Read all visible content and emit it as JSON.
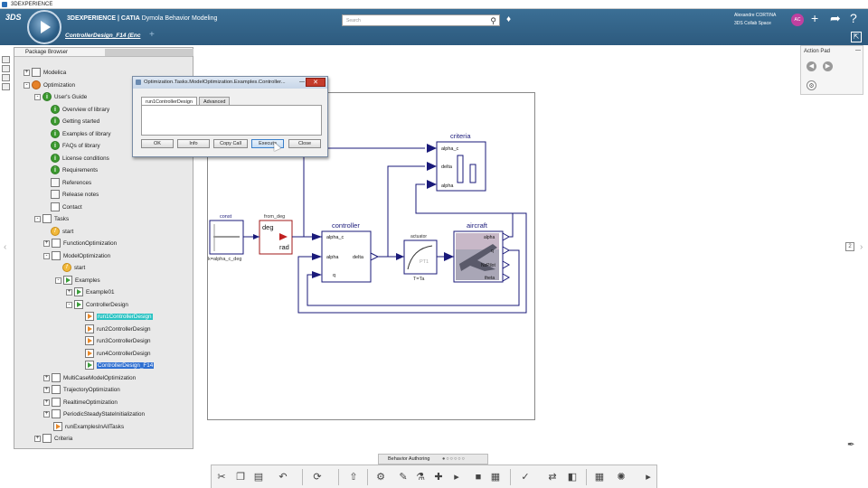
{
  "window": {
    "title": "3DEXPERIENCE"
  },
  "header": {
    "brand_strong": "3DEXPERIENCE | CATIA",
    "brand_rest": " Dymola Behavior Modeling",
    "search_placeholder": "Search",
    "user_name": "Alexandre CORTINA",
    "space_name": "3DS Collab Space",
    "avatar_initials": "AC",
    "doc_tab": "ControllerDesign_F14 (Enc",
    "plus": "+"
  },
  "package_browser": {
    "title": "Package Browser",
    "nodes": [
      {
        "label": "Modelica"
      },
      {
        "label": "Optimization"
      },
      {
        "label": "User's Guide"
      },
      {
        "label": "Overview of library"
      },
      {
        "label": "Getting started"
      },
      {
        "label": "Examples of library"
      },
      {
        "label": "FAQs of library"
      },
      {
        "label": "License conditions"
      },
      {
        "label": "Requirements"
      },
      {
        "label": "References"
      },
      {
        "label": "Release notes"
      },
      {
        "label": "Contact"
      },
      {
        "label": "Tasks"
      },
      {
        "label": "start"
      },
      {
        "label": "FunctionOptimization"
      },
      {
        "label": "ModelOptimization"
      },
      {
        "label": "start"
      },
      {
        "label": "Examples"
      },
      {
        "label": "Example01"
      },
      {
        "label": "ControllerDesign"
      },
      {
        "label": "run1ControllerDesign"
      },
      {
        "label": "run2ControllerDesign"
      },
      {
        "label": "run3ControllerDesign"
      },
      {
        "label": "run4ControllerDesign"
      },
      {
        "label": "ControllerDesign_F14"
      },
      {
        "label": "MultiCaseModelOptimization"
      },
      {
        "label": "TrajectoryOptimization"
      },
      {
        "label": "RealtimeOptimization"
      },
      {
        "label": "PeriodicSteadyStateInitialization"
      },
      {
        "label": "runExamplesInAllTasks"
      },
      {
        "label": "Criteria"
      }
    ]
  },
  "dialog": {
    "title": "Optimization.Tasks.ModelOptimization.Examples.Controller...",
    "tabs": [
      "run1ControllerDesign",
      "Advanced"
    ],
    "buttons": [
      "OK",
      "Info",
      "Copy Call",
      "Execute",
      "Close"
    ]
  },
  "diagram": {
    "const_label": "const",
    "const_param": "k=alpha_c_deg",
    "from_deg_label": "from_deg",
    "from_deg_top": "deg",
    "from_deg_bottom": "rad",
    "controller_label": "controller",
    "controller_in1": "alpha_c",
    "controller_in2": "alpha",
    "controller_in3": "q",
    "controller_out": "delta",
    "actuator_label": "actuator",
    "actuator_inner": "PT1",
    "actuator_param": "T=Ta",
    "aircraft_label": "aircraft",
    "aircraft_out1": "alpha",
    "aircraft_out2": "q",
    "aircraft_out3": "NzPilot",
    "aircraft_out4": "theta",
    "criteria_label": "criteria",
    "criteria_in1": "alpha_c",
    "criteria_in2": "delta",
    "criteria_in3": "alpha"
  },
  "action_pad": {
    "title": "Action Pad"
  },
  "bottom": {
    "behavior_label": "Behavior Authoring"
  },
  "colors": {
    "topbar": "#2d5a7e",
    "block_blue": "#1a1a7a",
    "highlight_cyan": "#2ac3c3",
    "highlight_blue": "#2e6fd1"
  }
}
